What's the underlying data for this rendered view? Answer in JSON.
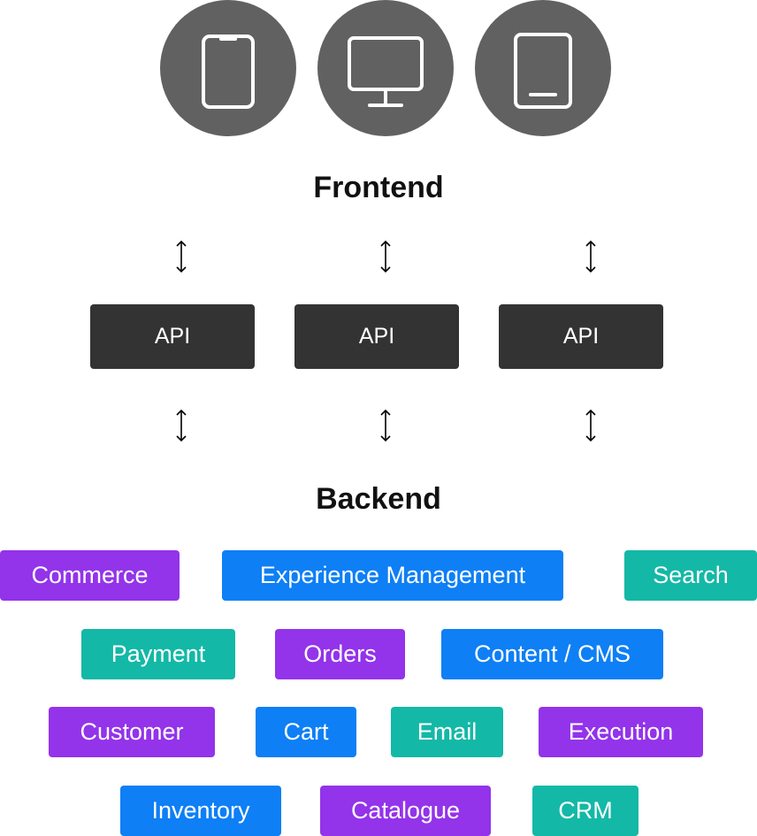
{
  "devices": [
    {
      "icon": "smartphone-icon"
    },
    {
      "icon": "desktop-monitor-icon"
    },
    {
      "icon": "tablet-icon"
    }
  ],
  "frontend": {
    "label": "Frontend"
  },
  "apis": [
    {
      "label": "API"
    },
    {
      "label": "API"
    },
    {
      "label": "API"
    }
  ],
  "backend": {
    "label": "Backend"
  },
  "colors": {
    "device_circle": "#616161",
    "api_box": "#333333",
    "purple": "#9333ea",
    "blue": "#0e7ff5",
    "teal": "#14b8a6"
  },
  "services": [
    {
      "label": "Commerce",
      "color": "purple"
    },
    {
      "label": "Experience Management",
      "color": "blue"
    },
    {
      "label": "Search",
      "color": "teal"
    },
    {
      "label": "Payment",
      "color": "teal"
    },
    {
      "label": "Orders",
      "color": "purple"
    },
    {
      "label": "Content / CMS",
      "color": "blue"
    },
    {
      "label": "Customer",
      "color": "purple"
    },
    {
      "label": "Cart",
      "color": "blue"
    },
    {
      "label": "Email",
      "color": "teal"
    },
    {
      "label": "Execution",
      "color": "purple"
    },
    {
      "label": "Inventory",
      "color": "blue"
    },
    {
      "label": "Catalogue",
      "color": "purple"
    },
    {
      "label": "CRM",
      "color": "teal"
    }
  ]
}
